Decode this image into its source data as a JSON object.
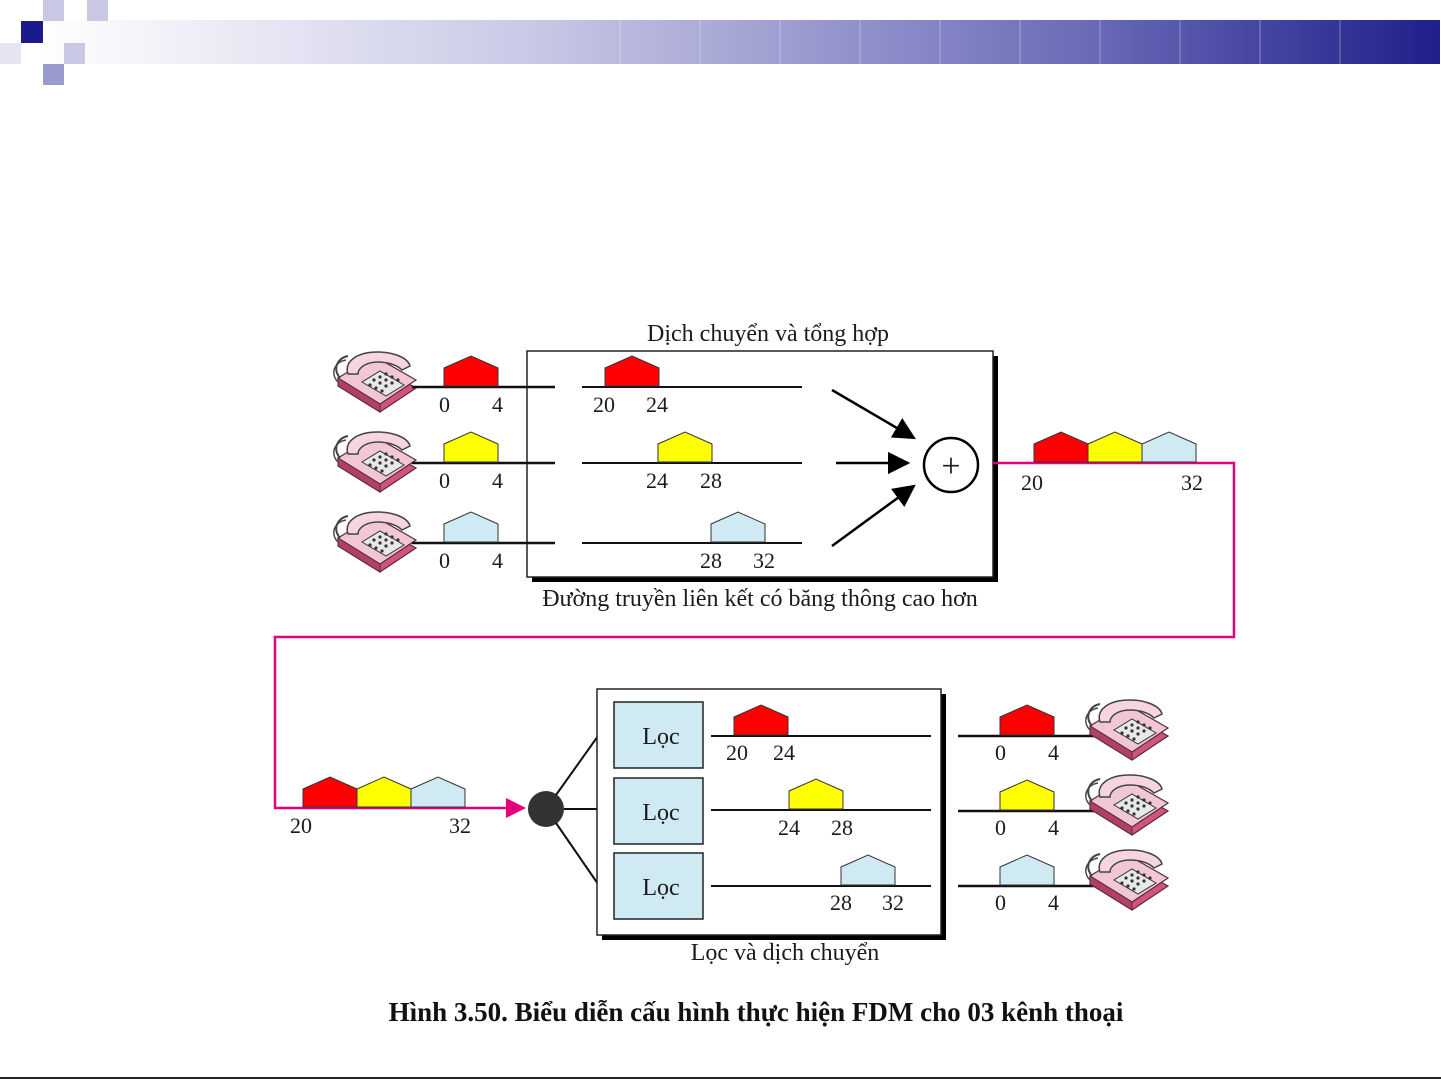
{
  "colors": {
    "header_dark": "#1f1f8a",
    "header_light": "#ffffff",
    "squares": "#1a1a8c",
    "pink_link": "#e4007c",
    "red": "#ff0000",
    "yellow": "#ffff00",
    "light_blue": "#cfeaf2",
    "filter_box": "#cfeaf2"
  },
  "diagram": {
    "mux_title": "Dịch chuyển và tổng hợp",
    "link_label": "Đường truyền liên kết có băng thông cao hơn",
    "demux_title": "Lọc và dịch chuyển",
    "filter_label": "Lọc",
    "plus_symbol": "+",
    "input_channels": [
      {
        "color": "red",
        "low": "0",
        "high": "4",
        "shifted_low": "20",
        "shifted_high": "24"
      },
      {
        "color": "yellow",
        "low": "0",
        "high": "4",
        "shifted_low": "24",
        "shifted_high": "28"
      },
      {
        "color": "light_blue",
        "low": "0",
        "high": "4",
        "shifted_low": "28",
        "shifted_high": "32"
      }
    ],
    "composite": {
      "low": "20",
      "high": "32"
    },
    "outputs": [
      {
        "color": "red",
        "low": "20",
        "high": "24",
        "out_low": "0",
        "out_high": "4"
      },
      {
        "color": "yellow",
        "low": "24",
        "high": "28",
        "out_low": "0",
        "out_high": "4"
      },
      {
        "color": "light_blue",
        "low": "28",
        "high": "32",
        "out_low": "0",
        "out_high": "4"
      }
    ],
    "icons": [
      "telephone-icon",
      "telephone-icon",
      "telephone-icon",
      "telephone-icon",
      "telephone-icon",
      "telephone-icon"
    ]
  },
  "caption": "Hình 3.50. Biểu diễn cấu hình thực hiện FDM cho 03 kênh thoại"
}
